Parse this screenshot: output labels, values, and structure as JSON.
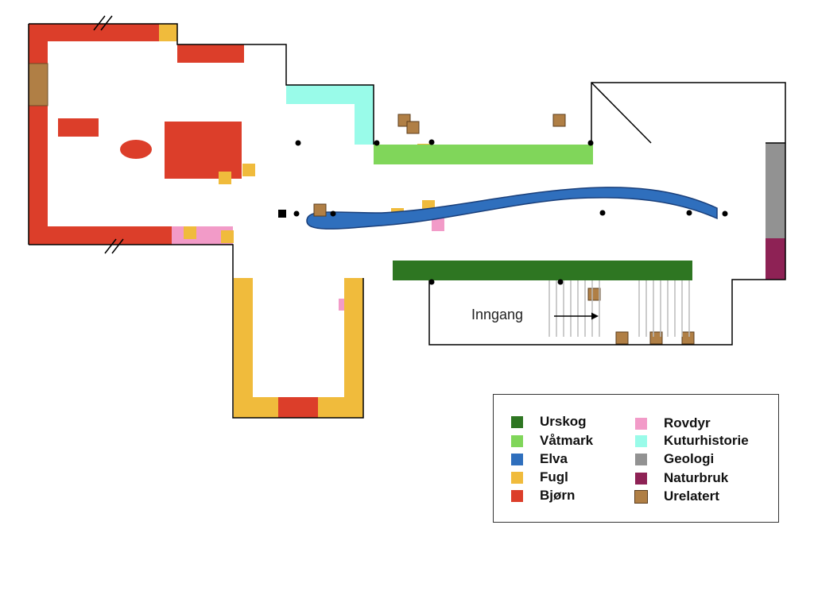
{
  "diagram": {
    "entrance_label": "Inngang"
  },
  "colors": {
    "urskog": "#2e7622",
    "vatmark": "#80d65a",
    "elva": "#2f6fbd",
    "fugl": "#f0bb3c",
    "bjorn": "#dc3e2a",
    "rovdyr": "#f29bc8",
    "kulturhistorie": "#99fbe9",
    "geologi": "#929292",
    "naturbruk": "#8e2255",
    "urelatert": "#b07f45",
    "wall": "#000000"
  },
  "legend": {
    "items": [
      {
        "label": "Urskog",
        "color": "#2e7622"
      },
      {
        "label": "Våtmark",
        "color": "#80d65a"
      },
      {
        "label": "Elva",
        "color": "#2f6fbd"
      },
      {
        "label": "Fugl",
        "color": "#f0bb3c"
      },
      {
        "label": "Bjørn",
        "color": "#dc3e2a"
      },
      {
        "label": "Rovdyr",
        "color": "#f29bc8"
      },
      {
        "label": "Kuturhistorie",
        "color": "#99fbe9"
      },
      {
        "label": "Geologi",
        "color": "#929292"
      },
      {
        "label": "Naturbruk",
        "color": "#8e2255"
      },
      {
        "label": "Urelatert",
        "color": "#b07f45"
      }
    ]
  }
}
